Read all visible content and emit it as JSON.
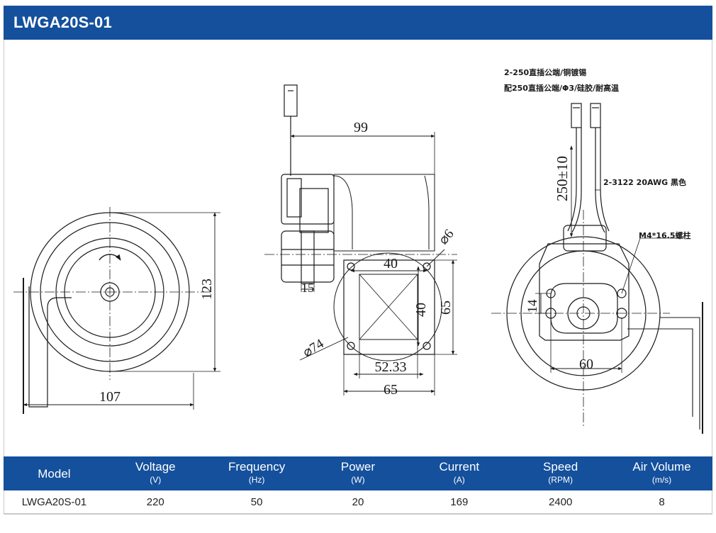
{
  "header": {
    "title": "LWGA20S-01"
  },
  "drawing": {
    "left_view": {
      "width_label": "107",
      "height_label": "123"
    },
    "middle_view": {
      "depth_label": "99",
      "shaft_label": "15",
      "bolt_spacing_label_a": "40",
      "bolt_spacing_label_b": "40",
      "hole_label": "⌀6",
      "flange_height_label": "65",
      "circle_label": "⌀74",
      "inner_width_label": "52.33",
      "flange_width_label": "65"
    },
    "right_view": {
      "note_line1": "2-250直插公端/铜镀锡",
      "note_line2": "配250直插公端/Φ3/硅胶/耐高温",
      "wire_note": "2-3122 20AWG 黑色",
      "screw_note": "M4*16.5螺柱",
      "lead_length_label": "250±10",
      "offset_label": "14",
      "mount_width_label": "60"
    }
  },
  "table": {
    "headers": [
      {
        "label": "Model",
        "unit": ""
      },
      {
        "label": "Voltage",
        "unit": "(V)"
      },
      {
        "label": "Frequency",
        "unit": "(Hz)"
      },
      {
        "label": "Power",
        "unit": "(W)"
      },
      {
        "label": "Current",
        "unit": "(A)"
      },
      {
        "label": "Speed",
        "unit": "(RPM)"
      },
      {
        "label": "Air Volume",
        "unit": "(m/s)"
      }
    ],
    "row": [
      "LWGA20S-01",
      "220",
      "50",
      "20",
      "169",
      "2400",
      "8"
    ]
  },
  "colors": {
    "brand_blue": "#14509c",
    "line": "#1a1a1a"
  }
}
